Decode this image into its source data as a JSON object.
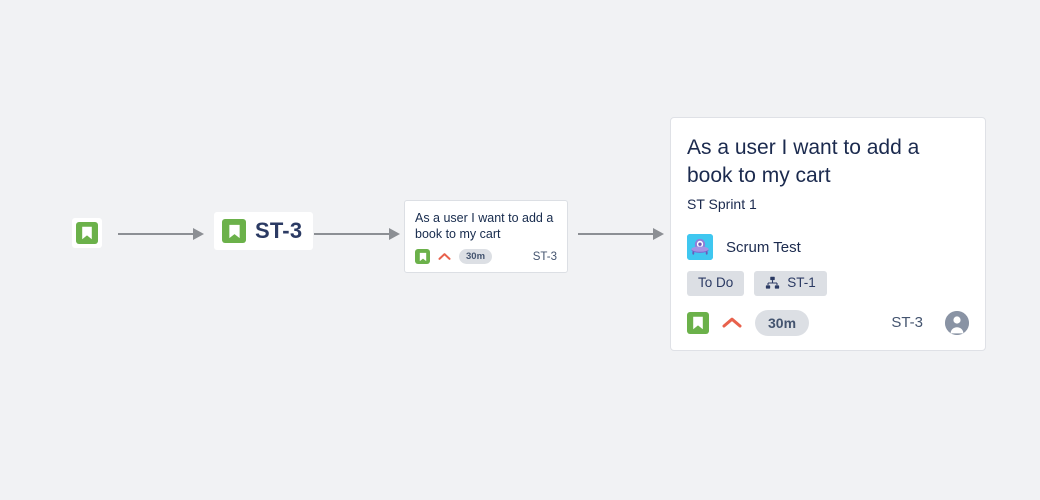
{
  "canvas": {
    "background_color": "#f1f2f4"
  },
  "flow": {
    "arrows": [
      {
        "name": "arrow-1",
        "from": "issue-type-icon",
        "to": "issue-key-chip"
      },
      {
        "name": "arrow-2",
        "from": "issue-key-chip",
        "to": "issue-card-small"
      },
      {
        "name": "arrow-3",
        "from": "issue-card-small",
        "to": "issue-card-detail"
      }
    ],
    "arrow_color": "#8c8f94"
  },
  "node_icon_only": {
    "icon": "story-bookmark-icon",
    "icon_color": "#6bb14a"
  },
  "node_key_chip": {
    "icon": "story-bookmark-icon",
    "icon_color": "#6bb14a",
    "key": "ST-3"
  },
  "node_card_small": {
    "title": "As a user I want to add a book to my cart",
    "type_icon": "story-bookmark-icon",
    "priority_icon": "priority-high-chevron-up-icon",
    "priority_color": "#e8614c",
    "estimate": "30m",
    "key": "ST-3"
  },
  "node_card_detail": {
    "title": "As a user I want to add a book to my cart",
    "sprint": "ST Sprint 1",
    "project": {
      "avatar_icon": "project-avatar-ufo-icon",
      "avatar_bg": "#3fc7f0",
      "name": "Scrum Test"
    },
    "badges": [
      {
        "name": "status-badge",
        "label": "To Do",
        "icon": null
      },
      {
        "name": "parent-badge",
        "label": "ST-1",
        "icon": "hierarchy-icon"
      }
    ],
    "footer": {
      "type_icon": "story-bookmark-icon",
      "type_icon_color": "#6bb14a",
      "priority_icon": "priority-high-chevron-up-icon",
      "priority_color": "#e8614c",
      "estimate": "30m",
      "key": "ST-3",
      "assignee_avatar_icon": "user-avatar-icon",
      "assignee_avatar_bg": "#8993a4"
    }
  }
}
